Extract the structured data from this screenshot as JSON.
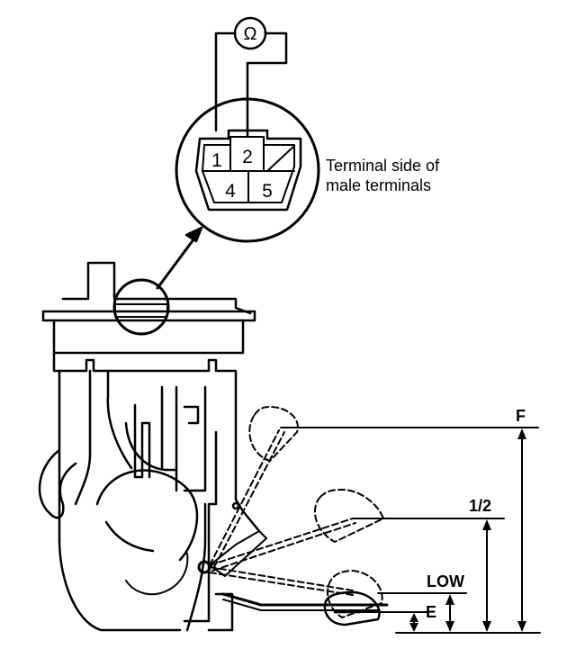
{
  "meter": {
    "symbol": "Ω",
    "icon": "ohmmeter-icon"
  },
  "connector": {
    "terminals": [
      "1",
      "2",
      "4",
      "5"
    ],
    "caption_line1": "Terminal side of",
    "caption_line2": "male terminals"
  },
  "float_levels": [
    "F",
    "1/2",
    "LOW",
    "E"
  ]
}
